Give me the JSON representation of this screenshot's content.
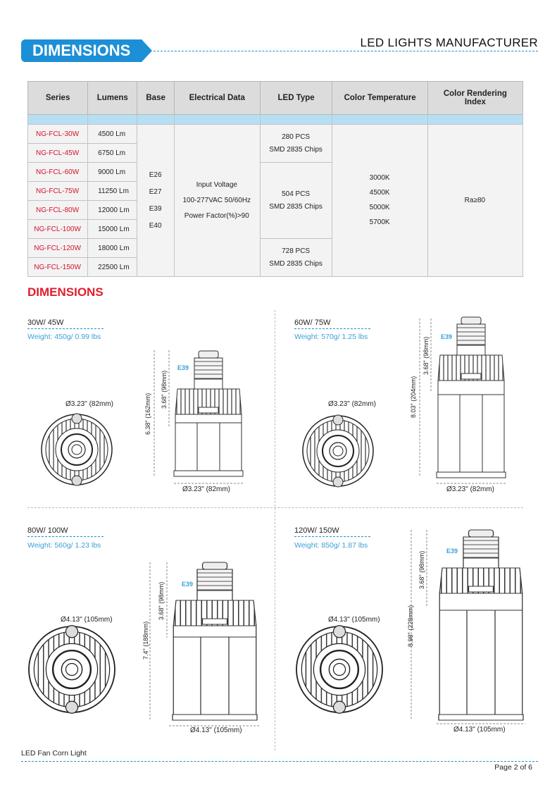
{
  "header": {
    "tab_title": "DIMENSIONS",
    "right_title": "LED LIGHTS MANUFACTURER"
  },
  "table": {
    "headers": [
      "Series",
      "Lumens",
      "Base",
      "Electrical Data",
      "LED Type",
      "Color Temperature",
      "Color Rendering Index"
    ],
    "rows": [
      {
        "series": "NG-FCL-30W",
        "lumens": "4500 Lm"
      },
      {
        "series": "NG-FCL-45W",
        "lumens": "6750 Lm"
      },
      {
        "series": "NG-FCL-60W",
        "lumens": "9000 Lm"
      },
      {
        "series": "NG-FCL-75W",
        "lumens": "11250 Lm"
      },
      {
        "series": "NG-FCL-80W",
        "lumens": "12000 Lm"
      },
      {
        "series": "NG-FCL-100W",
        "lumens": "15000 Lm"
      },
      {
        "series": "NG-FCL-120W",
        "lumens": "18000 Lm"
      },
      {
        "series": "NG-FCL-150W",
        "lumens": "22500 Lm"
      }
    ],
    "base": [
      "E26",
      "E27",
      "E39",
      "E40"
    ],
    "electrical": [
      "Input Voltage",
      "100-277VAC 50/60Hz",
      "Power Factor(%)>90"
    ],
    "led_types": [
      [
        "280 PCS",
        "SMD 2835 Chips"
      ],
      [
        "504 PCS",
        "SMD 2835 Chips"
      ],
      [
        "728 PCS",
        "SMD 2835 Chips"
      ]
    ],
    "color_temps": [
      "3000K",
      "4500K",
      "5000K",
      "5700K"
    ],
    "cri": "Ra≥80"
  },
  "section_title": "DIMENSIONS",
  "panels": [
    {
      "title": "30W/ 45W",
      "weight": "Weight: 450g/ 0.99 lbs",
      "base_label": "E39",
      "top_dim": "Ø3.23\" (82mm)",
      "total_height": "6.38\" (162mm)",
      "neck_height": "3.68\" (98mm)",
      "bottom_dim": "Ø3.23\" (82mm)"
    },
    {
      "title": "60W/ 75W",
      "weight": "Weight: 570g/ 1.25 lbs",
      "base_label": "E39",
      "top_dim": "Ø3.23\" (82mm)",
      "total_height": "8.03\" (204mm)",
      "neck_height": "3.68\" (98mm)",
      "bottom_dim": "Ø3.23\" (82mm)"
    },
    {
      "title": "80W/ 100W",
      "weight": "Weight: 560g/ 1.23 lbs",
      "base_label": "E39",
      "top_dim": "Ø4.13\" (105mm)",
      "total_height": "7.4\" (188mm)",
      "neck_height": "3.68\" (98mm)",
      "bottom_dim": "Ø4.13\" (105mm)"
    },
    {
      "title": "120W/ 150W",
      "weight": "Weight: 850g/ 1.87 lbs",
      "base_label": "E39",
      "top_dim": "Ø4.13\" (105mm)",
      "total_height": "8.98\" (228mm)",
      "neck_height": "3.68\" (98mm)",
      "bottom_dim": "Ø4.13\" (105mm)"
    }
  ],
  "footer": {
    "left": "LED Fan Corn Light",
    "right": "Page 2 of 6"
  },
  "colors": {
    "accent": "#1d8fd6",
    "red": "#e21d2e",
    "light_blue": "#3aa0d8"
  }
}
